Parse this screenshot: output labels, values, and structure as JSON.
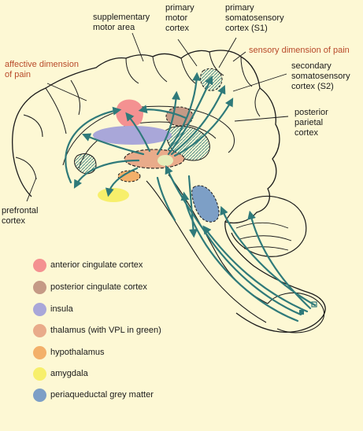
{
  "labels": {
    "supplementary_motor_area": "supplementary\nmotor area",
    "primary_motor_cortex": "primary\nmotor\ncortex",
    "primary_somatosensory": "primary\nsomatosensory\ncortex (S1)",
    "sensory_dimension": "sensory dimension of pain",
    "affective_dimension": "affective dimension\nof pain",
    "secondary_somatosensory": "secondary\nsomatosensory\ncortex (S2)",
    "posterior_parietal": "posterior\nparietal\ncortex",
    "prefrontal_cortex": "prefrontal\ncortex"
  },
  "legend": [
    {
      "label": "anterior cingulate cortex",
      "color": "#f49191"
    },
    {
      "label": "posterior cingulate cortex",
      "color": "#c59a86"
    },
    {
      "label": "insula",
      "color": "#a9a7d9"
    },
    {
      "label": "thalamus (with VPL in green)",
      "color": "#e9ab8a"
    },
    {
      "label": "hypothalamus",
      "color": "#f3b06a"
    },
    {
      "label": "amygdala",
      "color": "#f7ef6b"
    },
    {
      "label": "periaqueductal grey matter",
      "color": "#7d9fc6"
    }
  ],
  "colors": {
    "background": "#fdf8d4",
    "pathway": "#2f7a7a",
    "outline": "#1a1a1a",
    "vpl": "#e6edb9"
  }
}
